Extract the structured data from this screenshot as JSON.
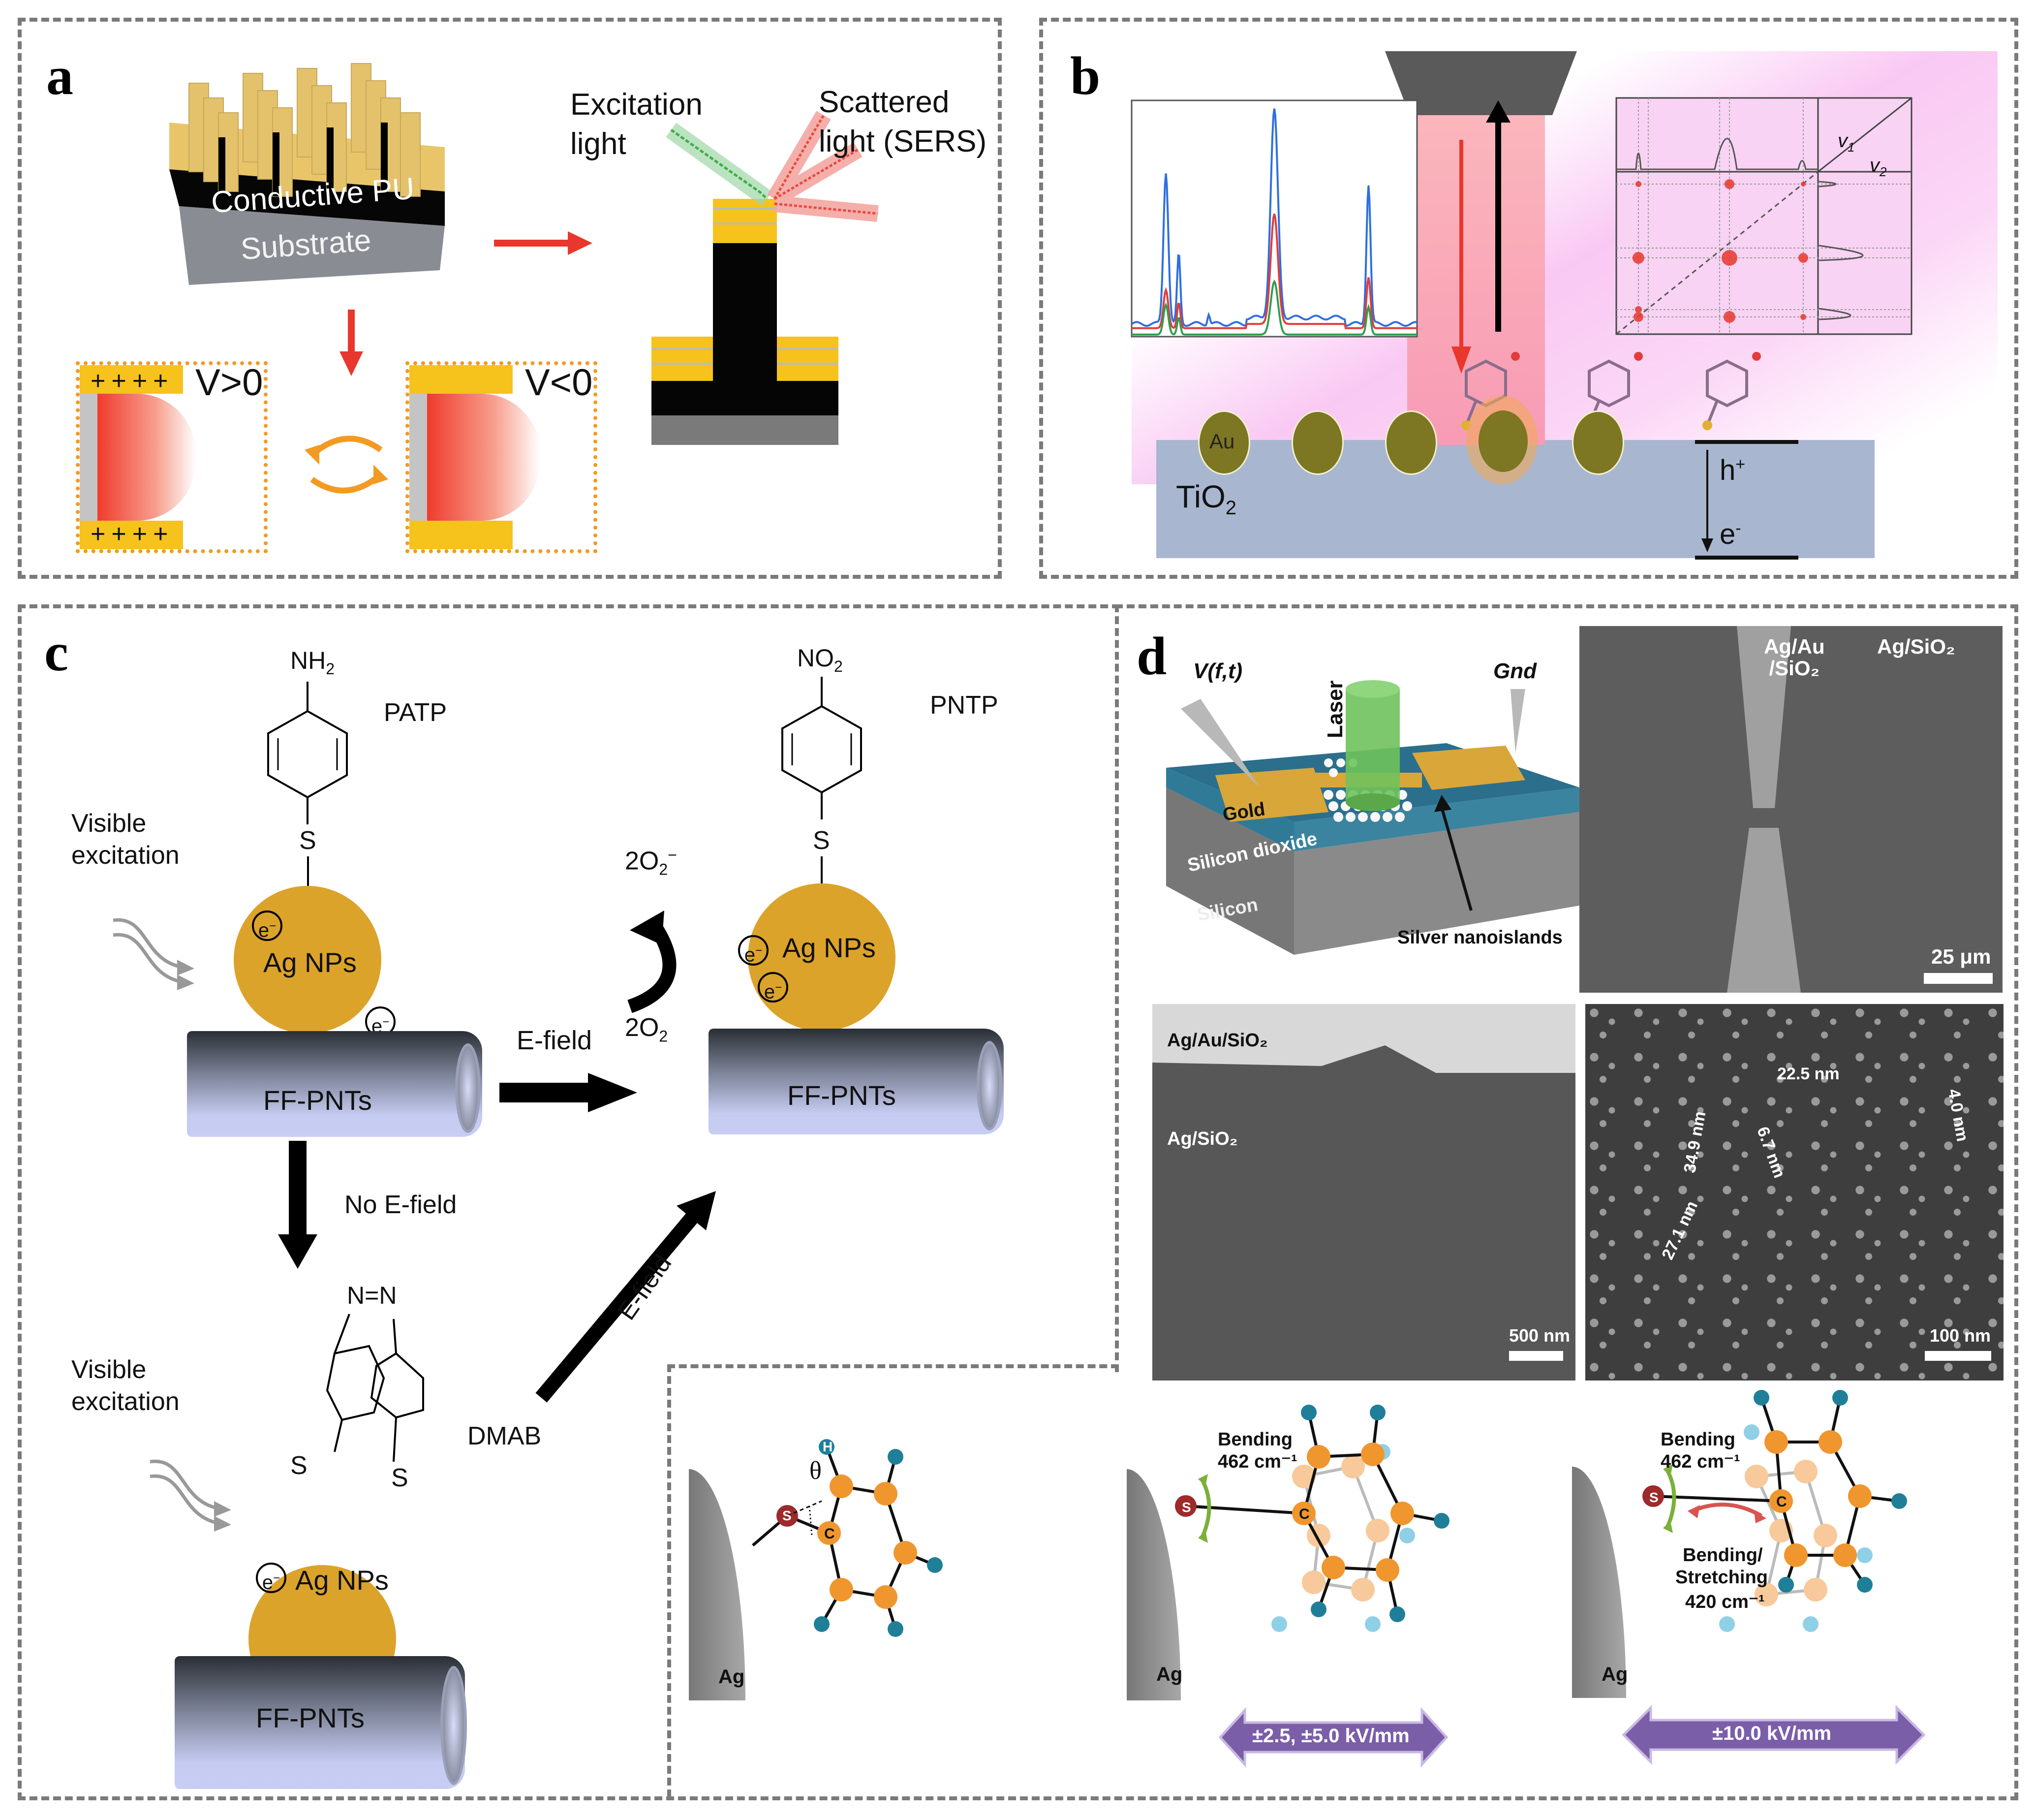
{
  "panels": {
    "a": {
      "label": "a",
      "conductive_pu": "Conductive PU",
      "substrate": "Substrate",
      "excitation_line1": "Excitation",
      "excitation_line2": "light",
      "scattered_line1": "Scattered",
      "scattered_line2": "light (SERS)",
      "v_pos": "V>0",
      "v_neg": "V<0",
      "colors": {
        "gold": "#f6c21c",
        "arrow": "#e8372c",
        "cycle": "#f39a22",
        "excitation": "#3fae49",
        "scattered": "#e8372c"
      }
    },
    "b": {
      "label": "b",
      "au": "Au",
      "tio2": "TiO",
      "tio2_sub": "2",
      "h_plus": "h",
      "h_sup": "+",
      "e_minus": "e",
      "e_sup": "-",
      "v1": "v",
      "v1_sub": "1",
      "v2": "v",
      "v2_sub": "2",
      "spectra_colors": {
        "blue": "#2f6fe0",
        "red": "#e33b3b",
        "green": "#2f9e4f"
      },
      "spectrum_peaks": {
        "blue": [
          0.72,
          0.33,
          0.05,
          0.98,
          0.66
        ],
        "red": [
          0.18,
          0.12,
          0.0,
          0.52,
          0.24
        ],
        "green": [
          0.14,
          0.08,
          0.0,
          0.25,
          0.13
        ]
      }
    },
    "c": {
      "label": "c",
      "nh2": "NH",
      "nh2_sub": "2",
      "patp": "PATP",
      "no2": "NO",
      "no2_sub": "2",
      "pntp": "PNTP",
      "visible1": "Visible",
      "visible2": "excitation",
      "s": "S",
      "ag_nps": "Ag NPs",
      "e": "e",
      "e_sup": "−",
      "ff_pnts": "FF-PNTs",
      "e_field": "E-field",
      "no_e_field": "No E-field",
      "o2_minus": "2O",
      "o2_minus_sub": "2",
      "o2_minus_sup": "−",
      "o2": "2O",
      "o2_sub": "2",
      "dmab": "DMAB",
      "n": "N",
      "e_field_diag": "E-field"
    },
    "d": {
      "label": "d",
      "v_ft": "V(f,t)",
      "laser": "Laser",
      "gnd": "Gnd",
      "gold": "Gold",
      "silicon_dioxide": "Silicon dioxide",
      "silicon": "Silicon",
      "silver_nanoislands": "Silver nanoislands",
      "sem1_label1": "Ag/Au",
      "sem1_label1b": "/SiO₂",
      "sem1_label2": "Ag/SiO₂",
      "sem1_scale": "25 μm",
      "sem2_label1": "Ag/Au/SiO₂",
      "sem2_label2": "Ag/SiO₂",
      "sem2_scale": "500 nm",
      "sem3_m1": "22.5 nm",
      "sem3_m2": "34.9 nm",
      "sem3_m3": "6.7 nm",
      "sem3_m4": "4.0 nm",
      "sem3_m5": "27.1 nm",
      "sem3_scale": "100 nm",
      "theta": "θ",
      "atom_s": "S",
      "atom_c": "C",
      "atom_h": "H",
      "ag": "Ag",
      "bending": "Bending",
      "bending_freq": "462 cm⁻¹",
      "bending_stretching1": "Bending/",
      "bending_stretching2": "Stretching",
      "bending_stretching_freq": "420 cm⁻¹",
      "field_low": "±2.5, ±5.0 kV/mm",
      "field_high": "±10.0 kV/mm",
      "colors": {
        "carbon": "#f0962e",
        "carbon_ghost": "#f8c99a",
        "hydrogen": "#1f7f99",
        "hydrogen_ghost": "#8fd0e6",
        "sulfur": "#9e2a2b",
        "field_arrow": "#7b5ea8",
        "bend_arrow": "#7bb03a",
        "stretch_arrow": "#d9534f"
      }
    }
  }
}
